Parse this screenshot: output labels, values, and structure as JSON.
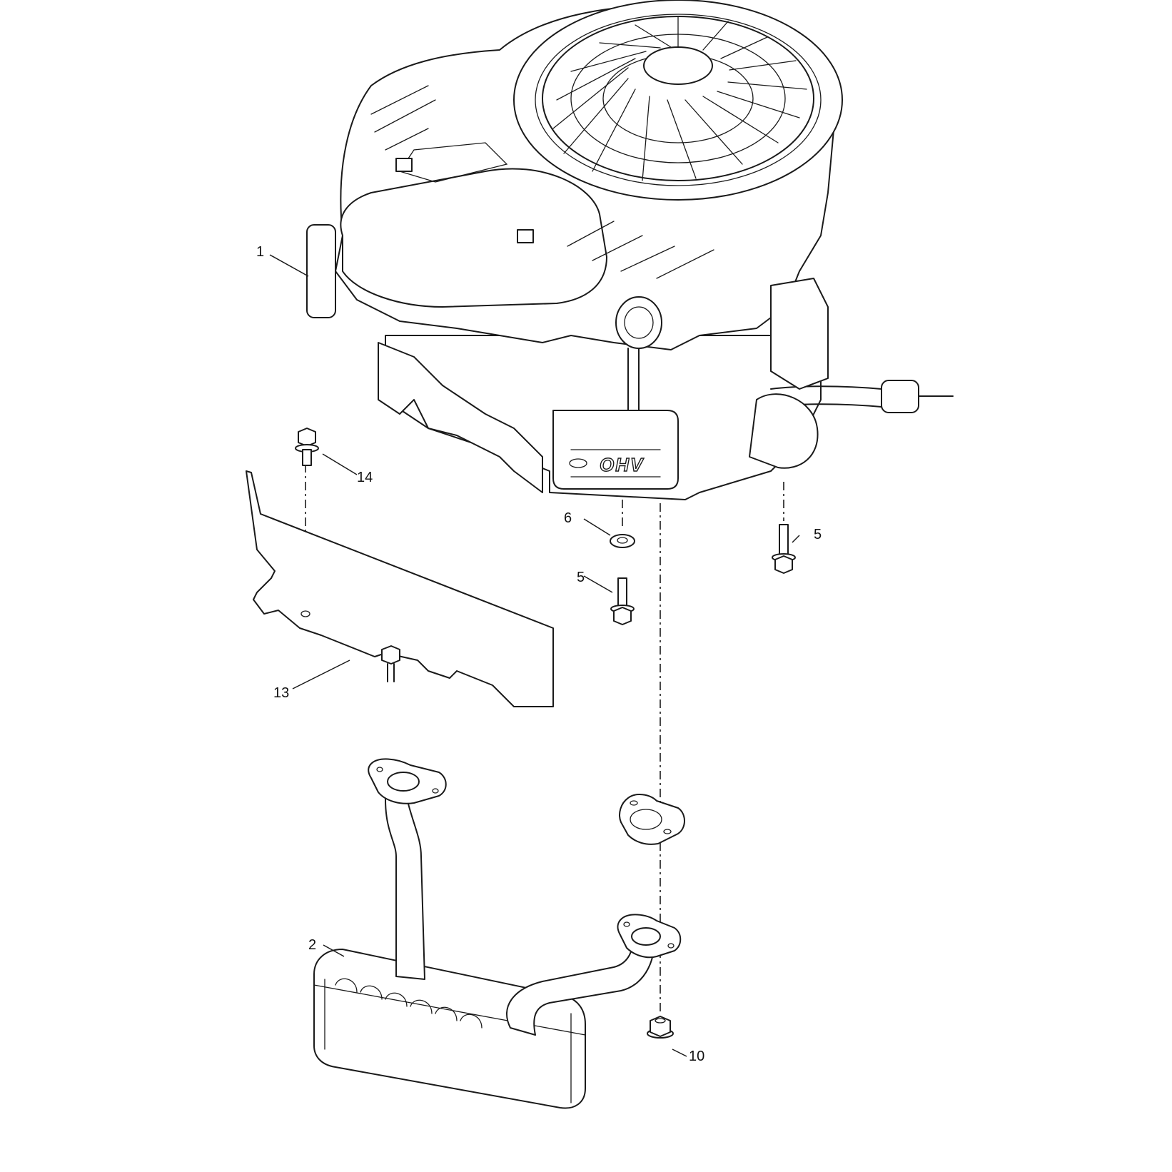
{
  "diagram": {
    "engine_brand_text": "OHV",
    "callouts": {
      "c1": "1",
      "c2": "2",
      "c5a": "5",
      "c5b": "5",
      "c6": "6",
      "c10": "10",
      "c13": "13",
      "c14": "14"
    }
  }
}
